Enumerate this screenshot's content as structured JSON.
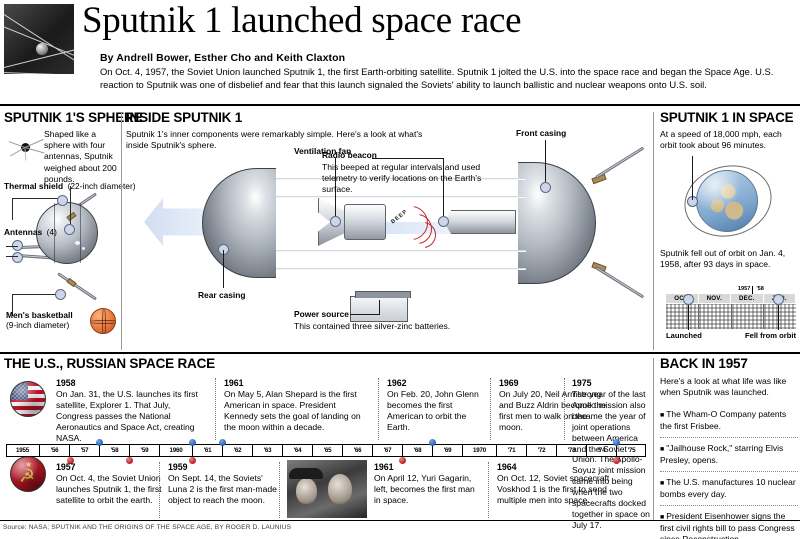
{
  "masthead": {
    "headline": "Sputnik 1 launched space race",
    "byline": "By Andrell Bower, Esther Cho and Keith Claxton",
    "deck": "On Oct. 4, 1957, the Soviet Union launched Sputnik 1, the first Earth-orbiting satellite. Sputnik 1 jolted the U.S. into the space race and began the Space Age. U.S. reaction to Sputnik was one of disbelief and fear that this launch signaled the Soviets' ability to launch ballistic and nuclear weapons onto U.S. soil."
  },
  "sphere_panel": {
    "title": "SPUTNIK 1'S SPHERE",
    "intro": "Shaped like a sphere with four antennas, Sputnik weighed about 200 pounds.",
    "thermal_label_bold": "Thermal shield",
    "thermal_label_reg": "(22-inch diameter)",
    "antennas_label_bold": "Antennas",
    "antennas_label_reg": "(4)",
    "basketball_label_bold": "Men's basketball",
    "basketball_label_reg": "(9-inch diameter)"
  },
  "inside_panel": {
    "title": "INSIDE SPUTNIK 1",
    "intro": "Sputnik 1's inner components were remarkably simple. Here's a look at what's inside Sputnik's sphere.",
    "callouts": [
      {
        "label": "Ventilation fan",
        "text": ""
      },
      {
        "label": "Radio beacon",
        "text": "This beeped at regular intervals and used telemetry to verify locations on the Earth's surface."
      },
      {
        "label": "Front casing",
        "text": ""
      },
      {
        "label": "Power source",
        "text": "This contained three silver-zinc batteries."
      },
      {
        "label": "Rear casing",
        "text": ""
      }
    ],
    "beep_text": "BEEP"
  },
  "space_panel": {
    "title": "SPUTNIK 1 IN SPACE",
    "intro": "At a speed of 18,000 mph, each orbit took about 96 minutes.",
    "intro_bold": "96 minutes.",
    "fell_text": "Sputnik fell out of orbit on Jan. 4, 1958, after 93 days in space.",
    "calendar": {
      "years": [
        "1957",
        "'58"
      ],
      "months": [
        "OCT.",
        "NOV.",
        "DEC.",
        "JAN."
      ],
      "launched_label": "Launched",
      "fell_label": "Fell from orbit"
    }
  },
  "race_panel": {
    "title": "THE U.S., RUSSIAN SPACE RACE",
    "us_events": [
      {
        "year": "1958",
        "text": "On Jan. 31, the U.S. launches its first satellite, Explorer 1. That July, Congress passes the National Aeronautics and Space Act, creating NASA."
      },
      {
        "year": "1961",
        "text": "On May 5, Alan Shepard is the first American in space. President Kennedy sets the goal of landing on the moon within a decade."
      },
      {
        "year": "1962",
        "text": "On Feb. 20, John Glenn becomes the first American to orbit the Earth."
      },
      {
        "year": "1969",
        "text": "On July 20, Neil Armstrong and Buzz Aldrin become the first men to walk on the moon."
      },
      {
        "year": "1975",
        "text": "The year of the last Apollo mission also became the year of joint operations between America and the Soviet Union.  The Apollo-Soyuz joint mission came into being when the two spacecrafts docked together in space on July 17."
      }
    ],
    "su_events": [
      {
        "year": "1957",
        "text": "On Oct. 4, the Soviet Union launches Sputnik 1, the first satellite to orbit the earth."
      },
      {
        "year": "1959",
        "text": "On Sept. 14, the Soviets' Luna 2 is the first man-made object to reach the moon."
      },
      {
        "year": "1961",
        "text": "On April 12, Yuri Gagarin, left, becomes the first man in space."
      },
      {
        "year": "1964",
        "text": "On Oct. 12, Soviet spacecraft Voskhod 1 is the first to send multiple men into space."
      }
    ],
    "axis_labels": [
      "1955",
      "'56",
      "'57",
      "'58",
      "'59",
      "1960",
      "'61",
      "'62",
      "'63",
      "'64",
      "'65",
      "'66",
      "'67",
      "'68",
      "'69",
      "1970",
      "'71",
      "'72",
      "'73",
      "'74",
      "'75"
    ]
  },
  "back1957_panel": {
    "title": "BACK IN 1957",
    "intro": "Here's a look at what life was like when Sputnik was launched.",
    "items": [
      "The Wham-O Company patents the first Frisbee.",
      "\"Jailhouse Rock,\" starring Elvis Presley, opens.",
      "The U.S. manufactures 10 nuclear bombs every day.",
      "President Eisenhower signs the first civil rights bill to pass Congress since Reconstruction."
    ]
  },
  "source": "Source: NASA; SPUTNIK AND THE ORIGINS OF THE SPACE AGE, BY ROGER D. LAUNIUS",
  "colors": {
    "rule": "#000000",
    "accent_red": "#c0272d",
    "pin_blue": "#1f5fae",
    "pin_red": "#bb1d22"
  }
}
